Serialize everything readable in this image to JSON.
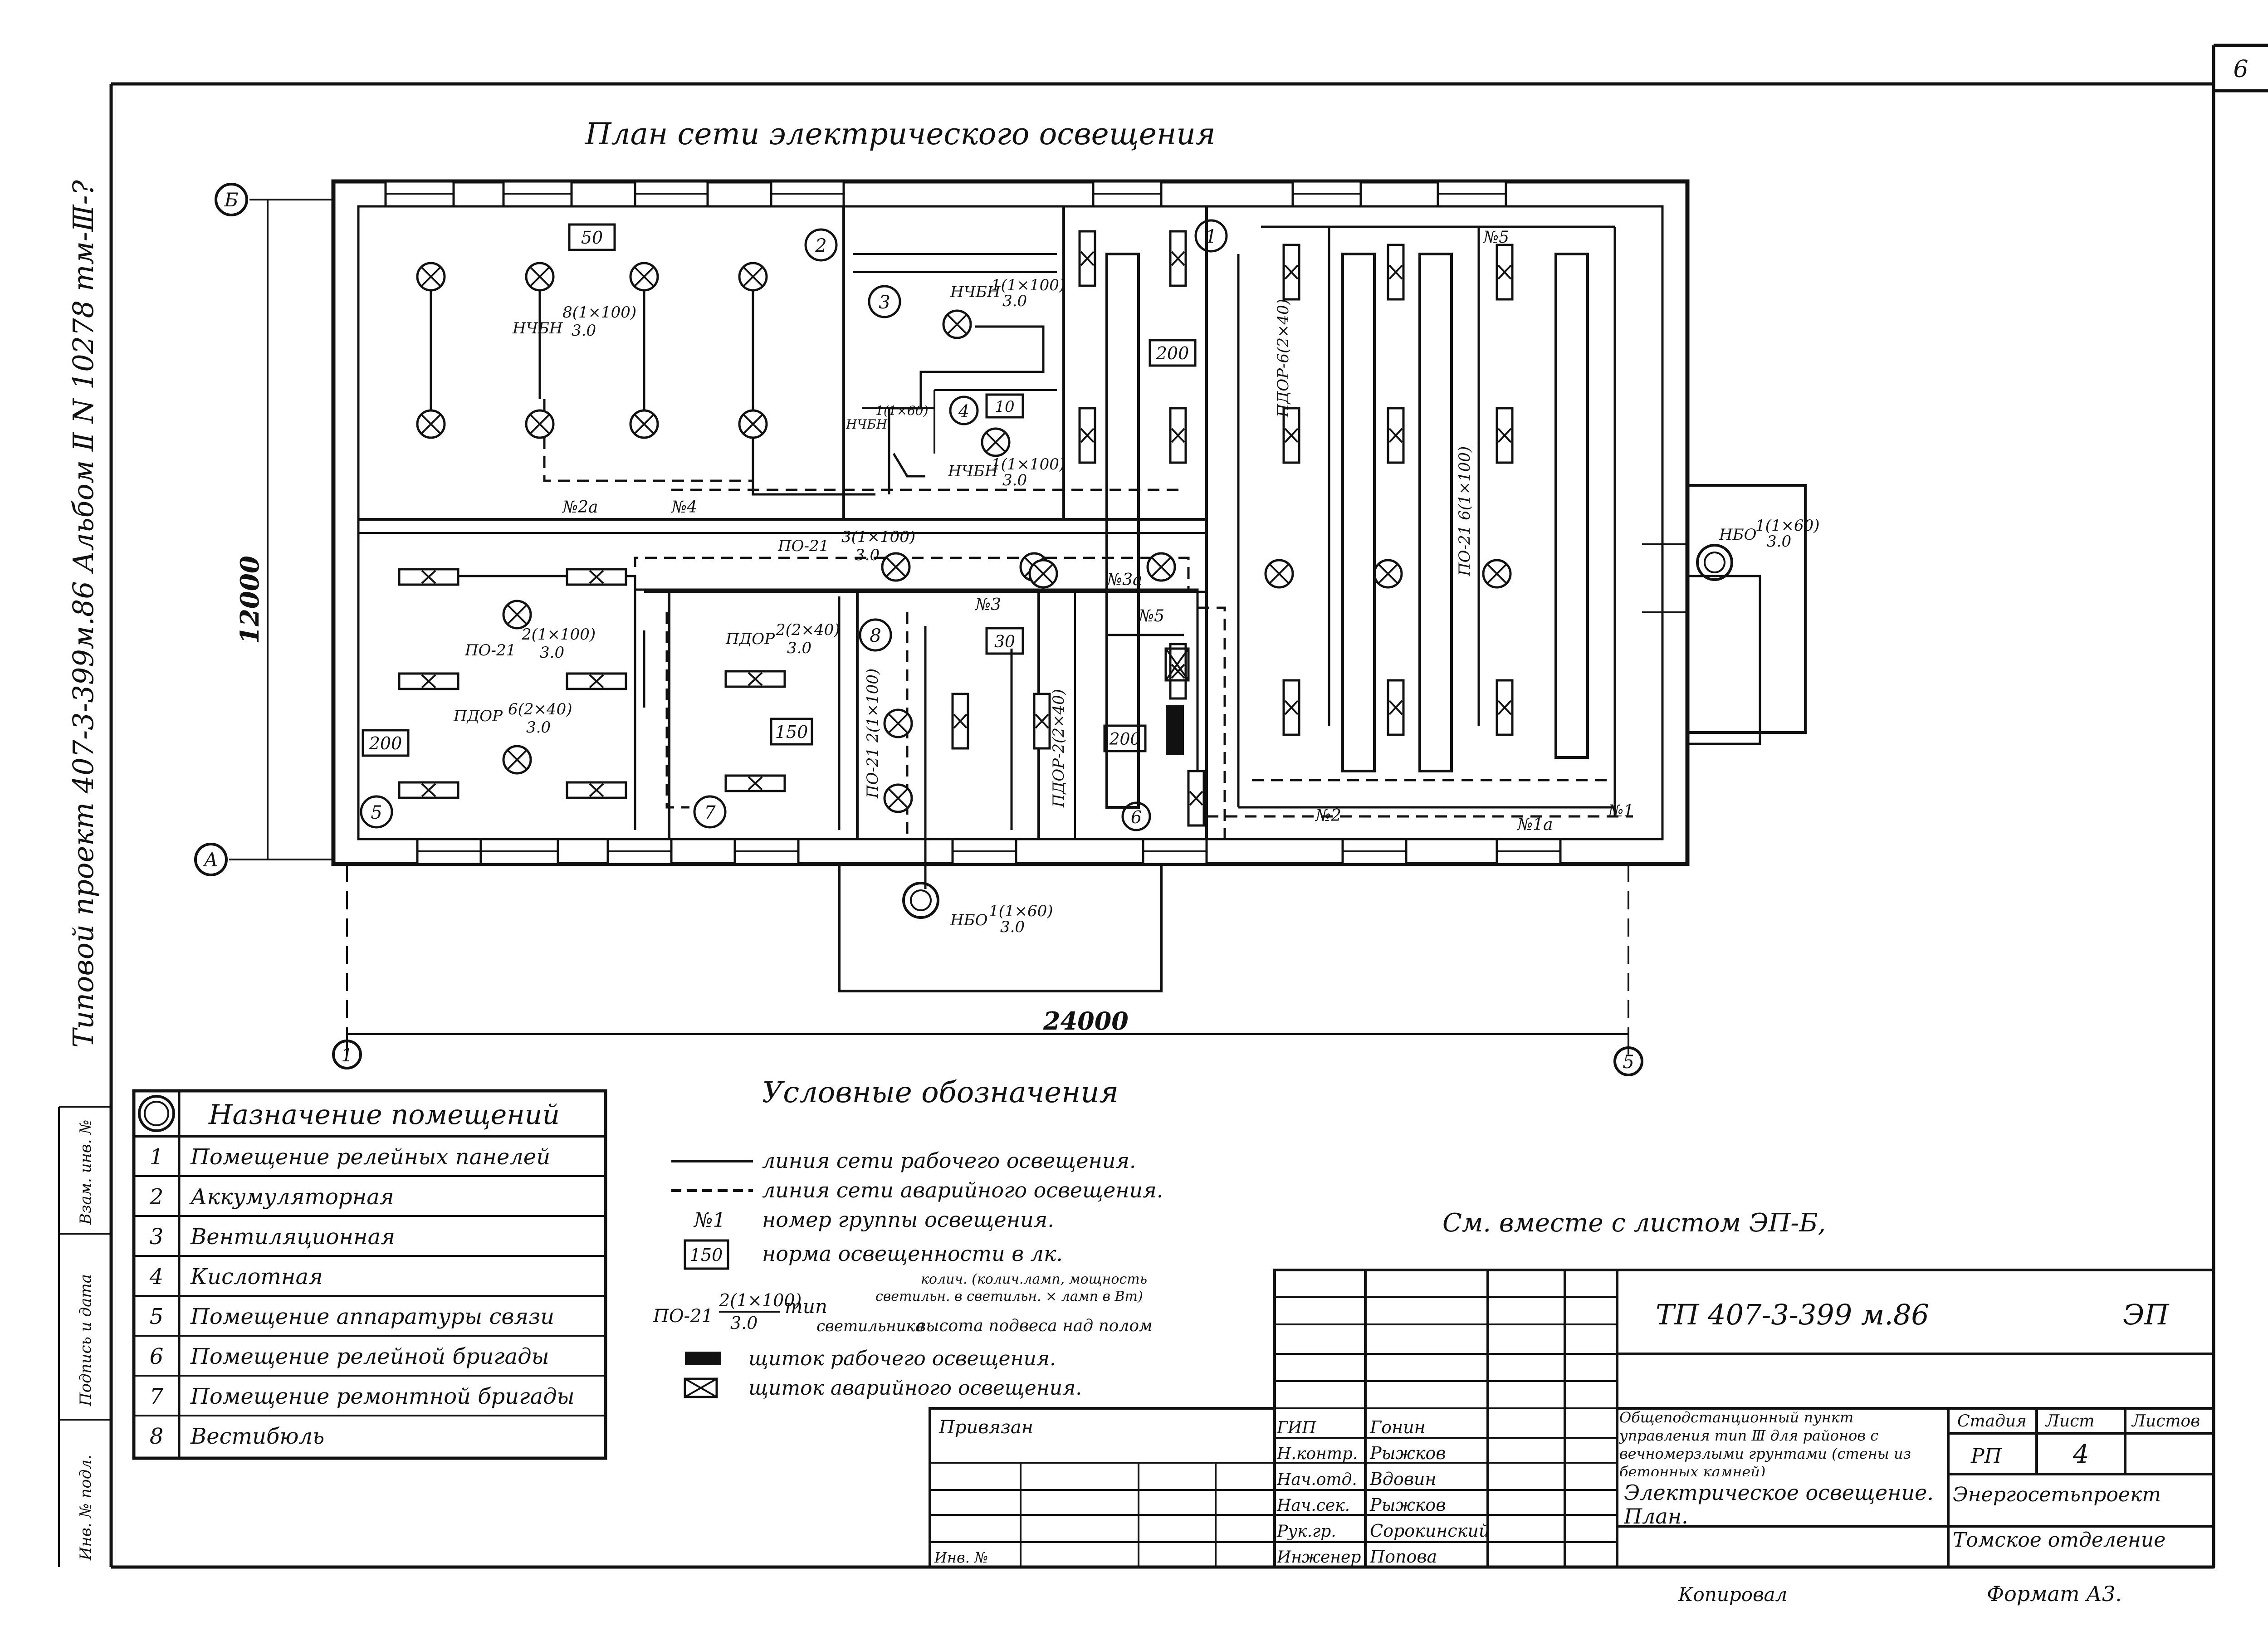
{
  "sheet_no": "6",
  "margin_left": "Типовой проект 407-3-399м.86 Альбом Ⅱ N 10278 тм-Ⅲ-?",
  "margin_stamps": [
    "Инв. № подл.",
    "Подпись и дата",
    "Взам. инв. №"
  ],
  "plan_title": "План сети электрического освещения",
  "axes": {
    "b": "Б",
    "a": "А",
    "one": "1",
    "five": "5"
  },
  "dims": {
    "height": "12000",
    "width": "24000"
  },
  "rooms": {
    "r1": "1",
    "r2": "2",
    "r3": "3",
    "r4": "4",
    "r5": "5",
    "r6": "6",
    "r7": "7",
    "r8": "8"
  },
  "lux": {
    "l50": "50",
    "l200a": "200",
    "l10": "10",
    "l200b": "200",
    "l30": "30",
    "l150": "150",
    "l200c": "200"
  },
  "groups": {
    "g2a": "№2а",
    "g4": "№4",
    "g5top": "№5",
    "g3a": "№3а",
    "g3": "№3",
    "g5": "№5",
    "g2": "№2",
    "g1a": "№1а",
    "g1": "№1"
  },
  "labels": {
    "l_nchbn_a": "НЧБН",
    "l_nchbn_a_frac": "8(1×100)",
    "l_nchbn_b": "НЧБН",
    "l_nchbn_b_frac": "1(1×100)",
    "l_nchbn_c": "НЧБН",
    "l_nchbn_c_frac": "1(1×60)",
    "l_nchbn_d": "НЧБН",
    "l_nchbn_d_frac": "1(1×100)",
    "l_po21_a": "ПО-21",
    "l_po21_a_frac": "3(1×100)",
    "l_po21_b": "ПО-21",
    "l_po21_b_frac": "2(1×100)",
    "l_pdor_a": "ПДОР",
    "l_pdor_a_frac": "6(2×40)",
    "l_pdor_b": "ПДОР",
    "l_pdor_b_frac": "2(2×40)",
    "l_pdor_v": "ПДОР-6(2×40)",
    "l_po21_v": "ПО-21 6(1×100)",
    "l_po21_c": "ПО-21 2(1×100)",
    "l_pdor_c": "ПДОР-2(2×40)",
    "l_nbo_a": "НБО",
    "l_nbo_a_frac": "1(1×60)",
    "l_nbo_b": "НБО",
    "l_nbo_b_frac": "1(1×60)",
    "den": "3.0"
  },
  "room_table": {
    "header": "Назначение помещений",
    "rows": [
      {
        "n": "1",
        "name": "Помещение релейных панелей"
      },
      {
        "n": "2",
        "name": "Аккумуляторная"
      },
      {
        "n": "3",
        "name": "Вентиляционная"
      },
      {
        "n": "4",
        "name": "Кислотная"
      },
      {
        "n": "5",
        "name": "Помещение аппаратуры связи"
      },
      {
        "n": "6",
        "name": "Помещение релейной бригады"
      },
      {
        "n": "7",
        "name": "Помещение ремонтной бригады"
      },
      {
        "n": "8",
        "name": "Вестибюль"
      }
    ]
  },
  "legend": {
    "title": "Условные обозначения",
    "work_line": "линия сети рабочего освещения.",
    "emerg_line": "линия сети аварийного освещения.",
    "group_sym": "№1",
    "group_text": "номер группы освещения.",
    "lux_sym": "150",
    "lux_text": "норма освещенности в лк.",
    "fix_type": "ПО-21",
    "fix_frac": "2(1×100)",
    "fix_den": "3.0",
    "fix_tip": "тип",
    "fix_lum": "светильника",
    "fix_note1": "колич. (колич.ламп, мощность",
    "fix_note2": "светильн. в светильн. × ламп в Вт)",
    "fix_note3": "высота подвеса над полом",
    "panel_work": "щиток рабочего освещения.",
    "panel_emerg": "щиток аварийного освещения."
  },
  "see_also": "См. вместе с листом ЭП-Б,",
  "stamp": {
    "privyazan": "Привязан",
    "inv": "Инв. №",
    "code": "ТП  407-3-399 м.86",
    "mark": "ЭП",
    "object_text": "Общеподстанционный пункт управления тип Ⅲ для районов с вечномерзлыми грунтами (стены из бетонных камней)",
    "drawing_name": "Электрическое освещение. План.",
    "org1": "Энергосетьпроект",
    "org2": "Томское отделение",
    "stage_h": "Стадия",
    "sheet_h": "Лист",
    "sheets_h": "Листов",
    "stage": "РП",
    "sheet": "4",
    "sheets": "",
    "people": [
      {
        "role": "ГИП",
        "name": "Гонин"
      },
      {
        "role": "Н.контр.",
        "name": "Рыжков"
      },
      {
        "role": "Нач.отд.",
        "name": "Вдовин"
      },
      {
        "role": "Нач.сек.",
        "name": "Рыжков"
      },
      {
        "role": "Рук.гр.",
        "name": "Сорокинский"
      },
      {
        "role": "Инженер",
        "name": "Попова"
      }
    ]
  },
  "copied": "Копировал",
  "format": "Формат А3."
}
